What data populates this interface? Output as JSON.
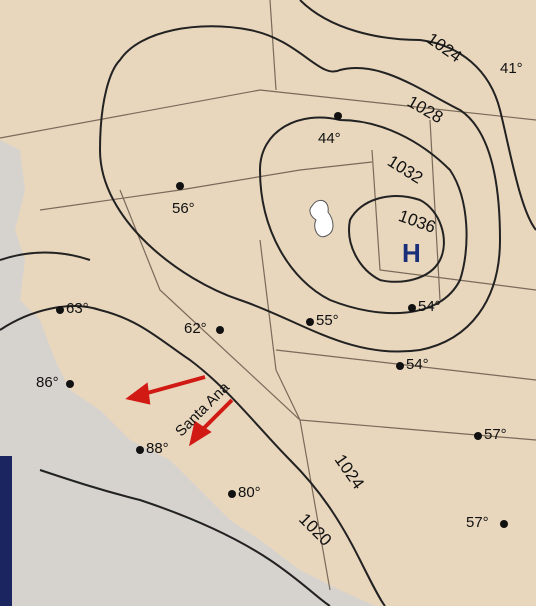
{
  "colors": {
    "land": "#e8d6bd",
    "ocean": "#d8d5d1",
    "isobar": "#222222",
    "arrow": "#d11a14",
    "high": "#1a2f7a",
    "lake": "#ffffff",
    "inset": "#1b2660"
  },
  "temperatures": [
    {
      "value": "41°"
    },
    {
      "value": "44°"
    },
    {
      "value": "56°"
    },
    {
      "value": "63°"
    },
    {
      "value": "62°"
    },
    {
      "value": "55°"
    },
    {
      "value": "54°"
    },
    {
      "value": "54°"
    },
    {
      "value": "86°"
    },
    {
      "value": "88°"
    },
    {
      "value": "80°"
    },
    {
      "value": "57°"
    },
    {
      "value": "57°"
    }
  ],
  "isobars": [
    {
      "label": "1024"
    },
    {
      "label": "1028"
    },
    {
      "label": "1032"
    },
    {
      "label": "1036"
    },
    {
      "label": "1024"
    },
    {
      "label": "1020"
    }
  ],
  "high_pressure": {
    "symbol": "H"
  },
  "wind": {
    "label": "Santa Ana"
  }
}
